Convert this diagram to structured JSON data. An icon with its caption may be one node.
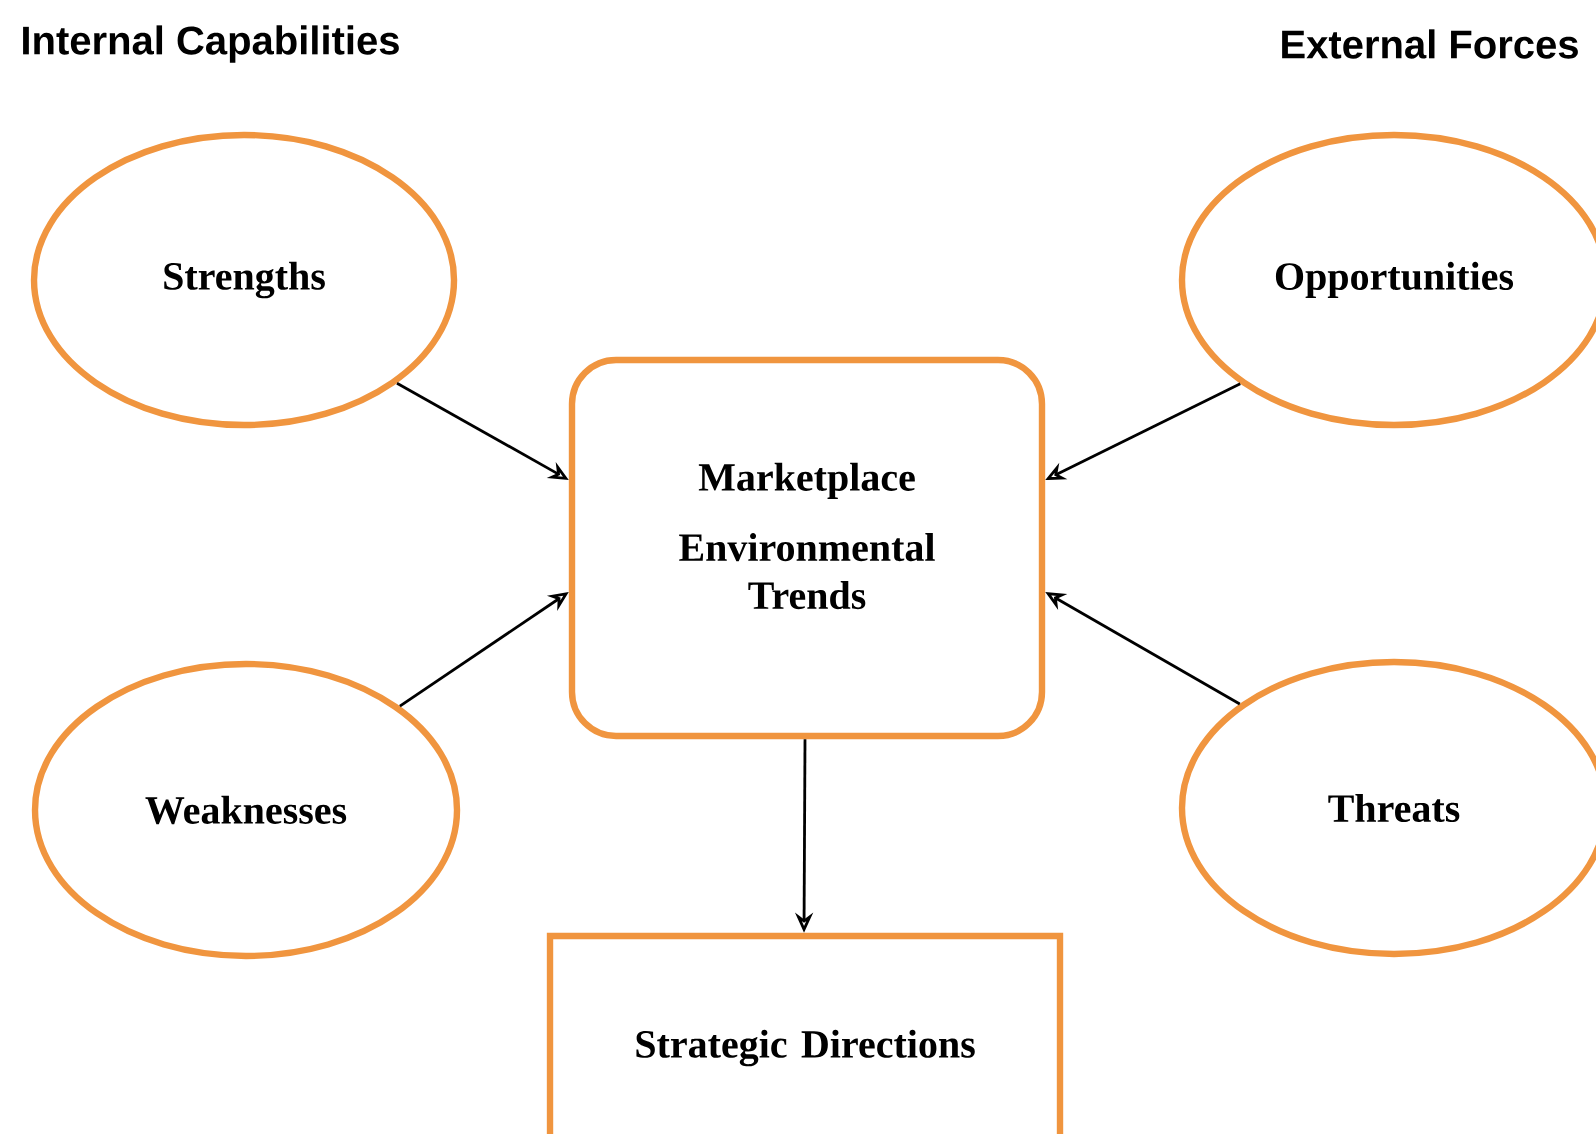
{
  "diagram": {
    "nodes": [
      {
        "text": [
          "Strengths"
        ]
      },
      {
        "text": [
          "Opportunities"
        ]
      },
      {
        "text": [
          "Marketplace",
          "Environmental Trends"
        ]
      },
      {
        "text": [
          "Weaknesses"
        ]
      },
      {
        "text": [
          "Threats"
        ]
      },
      {
        "text": [
          "Strategic Directions"
        ]
      }
    ],
    "edges": [
      {
        "from": 0,
        "to": 2,
        "arrow": "to"
      },
      {
        "from": 3,
        "to": 2,
        "arrow": "to"
      },
      {
        "from": 1,
        "to": 2,
        "arrow": "to"
      },
      {
        "from": 4,
        "to": 2,
        "arrow": "to"
      },
      {
        "from": 2,
        "to": 5,
        "arrow": "to"
      }
    ],
    "labels": [
      "Internal Capabilities",
      "External Forces"
    ]
  }
}
